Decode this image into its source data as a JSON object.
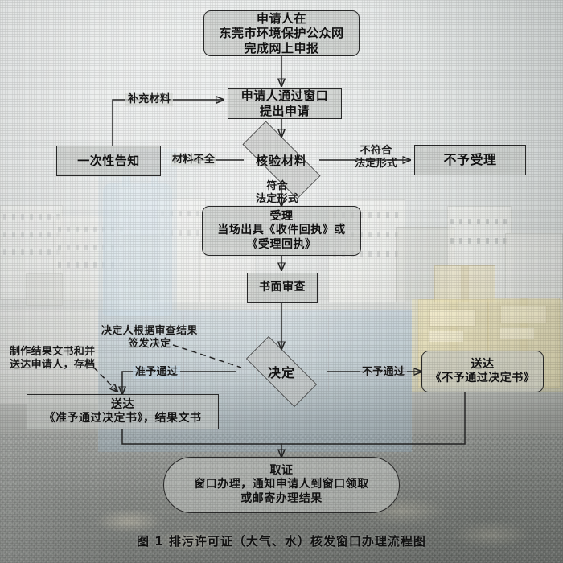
{
  "caption": "图 1 排污许可证（大气、水）核发窗口办理流程图",
  "nodes": {
    "online_declare": {
      "lines": [
        "申请人在",
        "东莞市环境保护公众网",
        "完成网上申报"
      ]
    },
    "window_apply": {
      "lines": [
        "申请人通过窗口",
        "提出申请"
      ]
    },
    "one_time_notice": {
      "lines": [
        "一次性告知"
      ]
    },
    "verify_materials": {
      "lines": [
        "核验材料"
      ]
    },
    "not_accepted": {
      "lines": [
        "不予受理"
      ]
    },
    "accept": {
      "lines": [
        "受理",
        "当场出具《收件回执》或",
        "《受理回执》"
      ]
    },
    "written_review": {
      "lines": [
        "书面审查"
      ]
    },
    "decision": {
      "lines": [
        "决定"
      ]
    },
    "deliver_approve": {
      "lines": [
        "送达",
        "《准予通过决定书》，结果文书"
      ]
    },
    "deliver_reject": {
      "lines": [
        "送达",
        "《不予通过决定书》"
      ]
    },
    "collect": {
      "lines": [
        "取证",
        "窗口办理，通知申请人到窗口领取",
        "或邮寄办理结果"
      ]
    }
  },
  "edge_labels": {
    "supplement": "补充材料",
    "incomplete": "材料不全",
    "not_conform": [
      "不符合",
      "法定形式"
    ],
    "conform": [
      "符合",
      "法定形式"
    ],
    "issuer_signs": [
      "决定人根据审查结果",
      "签发决定"
    ],
    "make_and_archive": [
      "制作结果文书和并",
      "送达申请人，存档"
    ],
    "approved": "准予通过",
    "rejected": "不予通过"
  },
  "colors": {
    "node_fill": "#c4c7c4",
    "node_stroke": "#2a2a2a",
    "wash_blue": "#96b9d2",
    "wash_yellow": "#e8dca0",
    "ground": "#7d807b"
  }
}
